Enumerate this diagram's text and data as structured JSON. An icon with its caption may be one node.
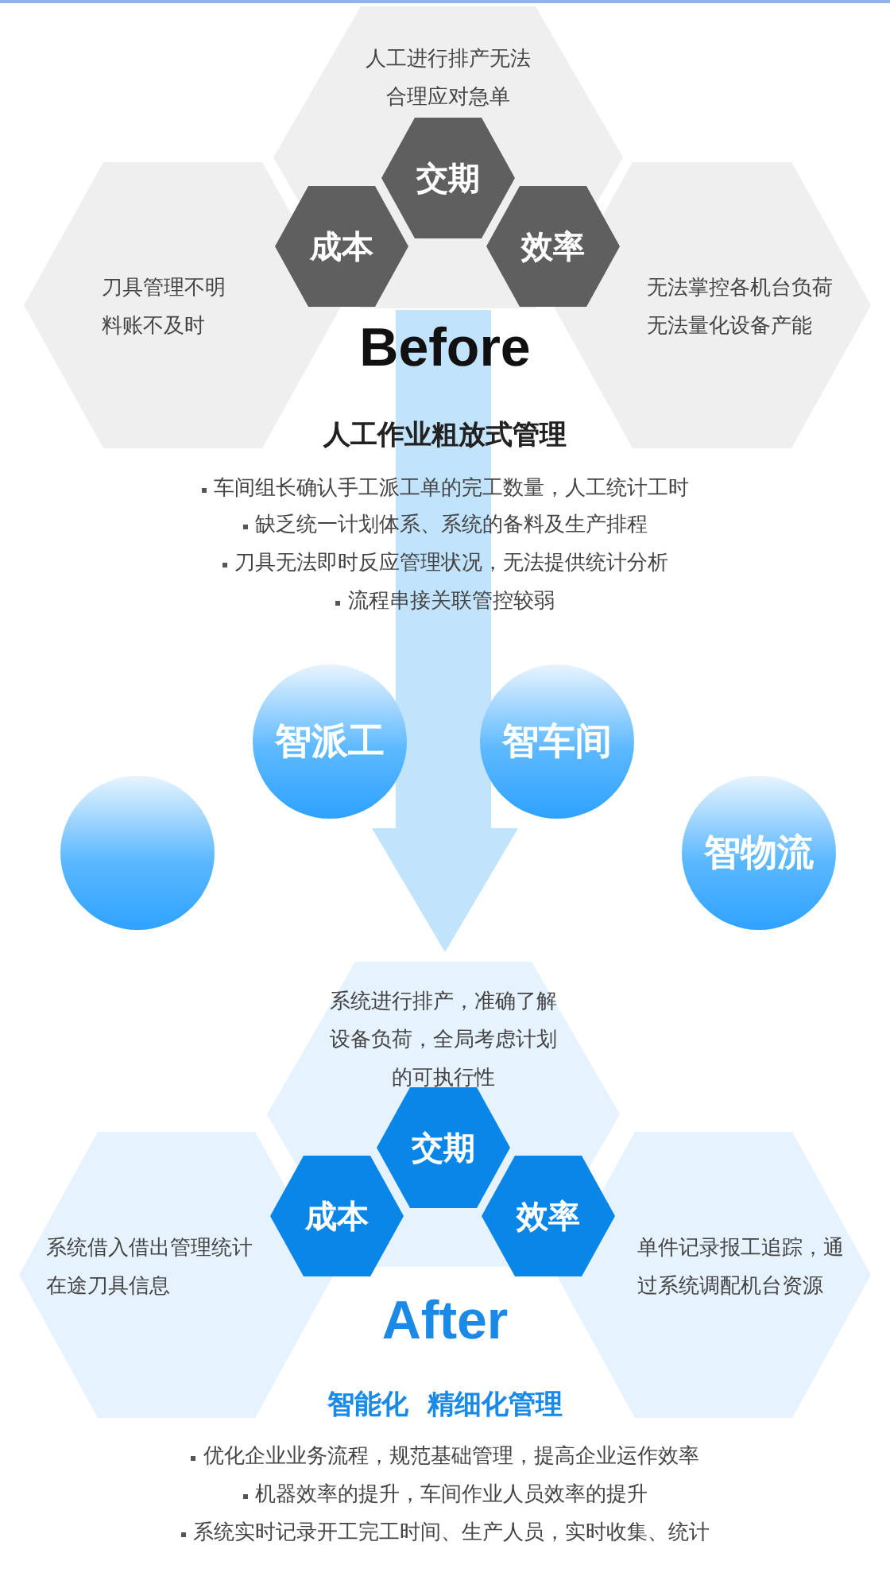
{
  "diagram": {
    "nodes": [
      {
        "text": [
          "人工进行排产无法合理应对急单"
        ]
      },
      {
        "text": [
          "刀具管理不明料账不及时"
        ]
      },
      {
        "text": [
          "无法掌控各机台负荷无法量化设备产能"
        ]
      },
      {
        "text": [
          "交期"
        ],
        "in": 0
      },
      {
        "text": [
          "成本"
        ],
        "in": 0
      },
      {
        "text": [
          "效率"
        ],
        "in": 0
      },
      {
        "text": [
          "智派工"
        ]
      },
      {
        "text": [
          "智车间"
        ]
      },
      {
        "text": [],
        "shape": "circle"
      },
      {
        "text": [
          "智物流"
        ]
      },
      {
        "text": [
          "系统进行排产，准确了解设备负荷，全局考虑计划的可执行性"
        ]
      },
      {
        "text": [
          "系统借入借出管理统计在途刀具信息"
        ]
      },
      {
        "text": [
          "单件记录报工追踪，通过系统调配机台资源"
        ]
      },
      {
        "text": [
          "交期"
        ],
        "in": 10
      },
      {
        "text": [
          "成本"
        ],
        "in": 10
      },
      {
        "text": [
          "效率"
        ],
        "in": 10
      }
    ],
    "edges": [
      {
        "from": 0,
        "to": 10,
        "arrow": "to"
      }
    ],
    "labels": [
      "Before",
      "人工作业粗放式管理",
      "车间组长确认手工派工单的完工数量，人工统计工时",
      "缺乏统一计划体系、系统的备料及生产排程",
      "刀具无法即时反应管理状况，无法提供统计分析",
      "流程串接关联管控较弱",
      "After",
      "智能化  精细化管理",
      "优化企业业务流程，规范基础管理，提高企业运作效率",
      "机器效率的提升，车间作业人员效率的提升",
      "系统实时记录开工完工时间、生产人员，实时收集、统计"
    ]
  }
}
